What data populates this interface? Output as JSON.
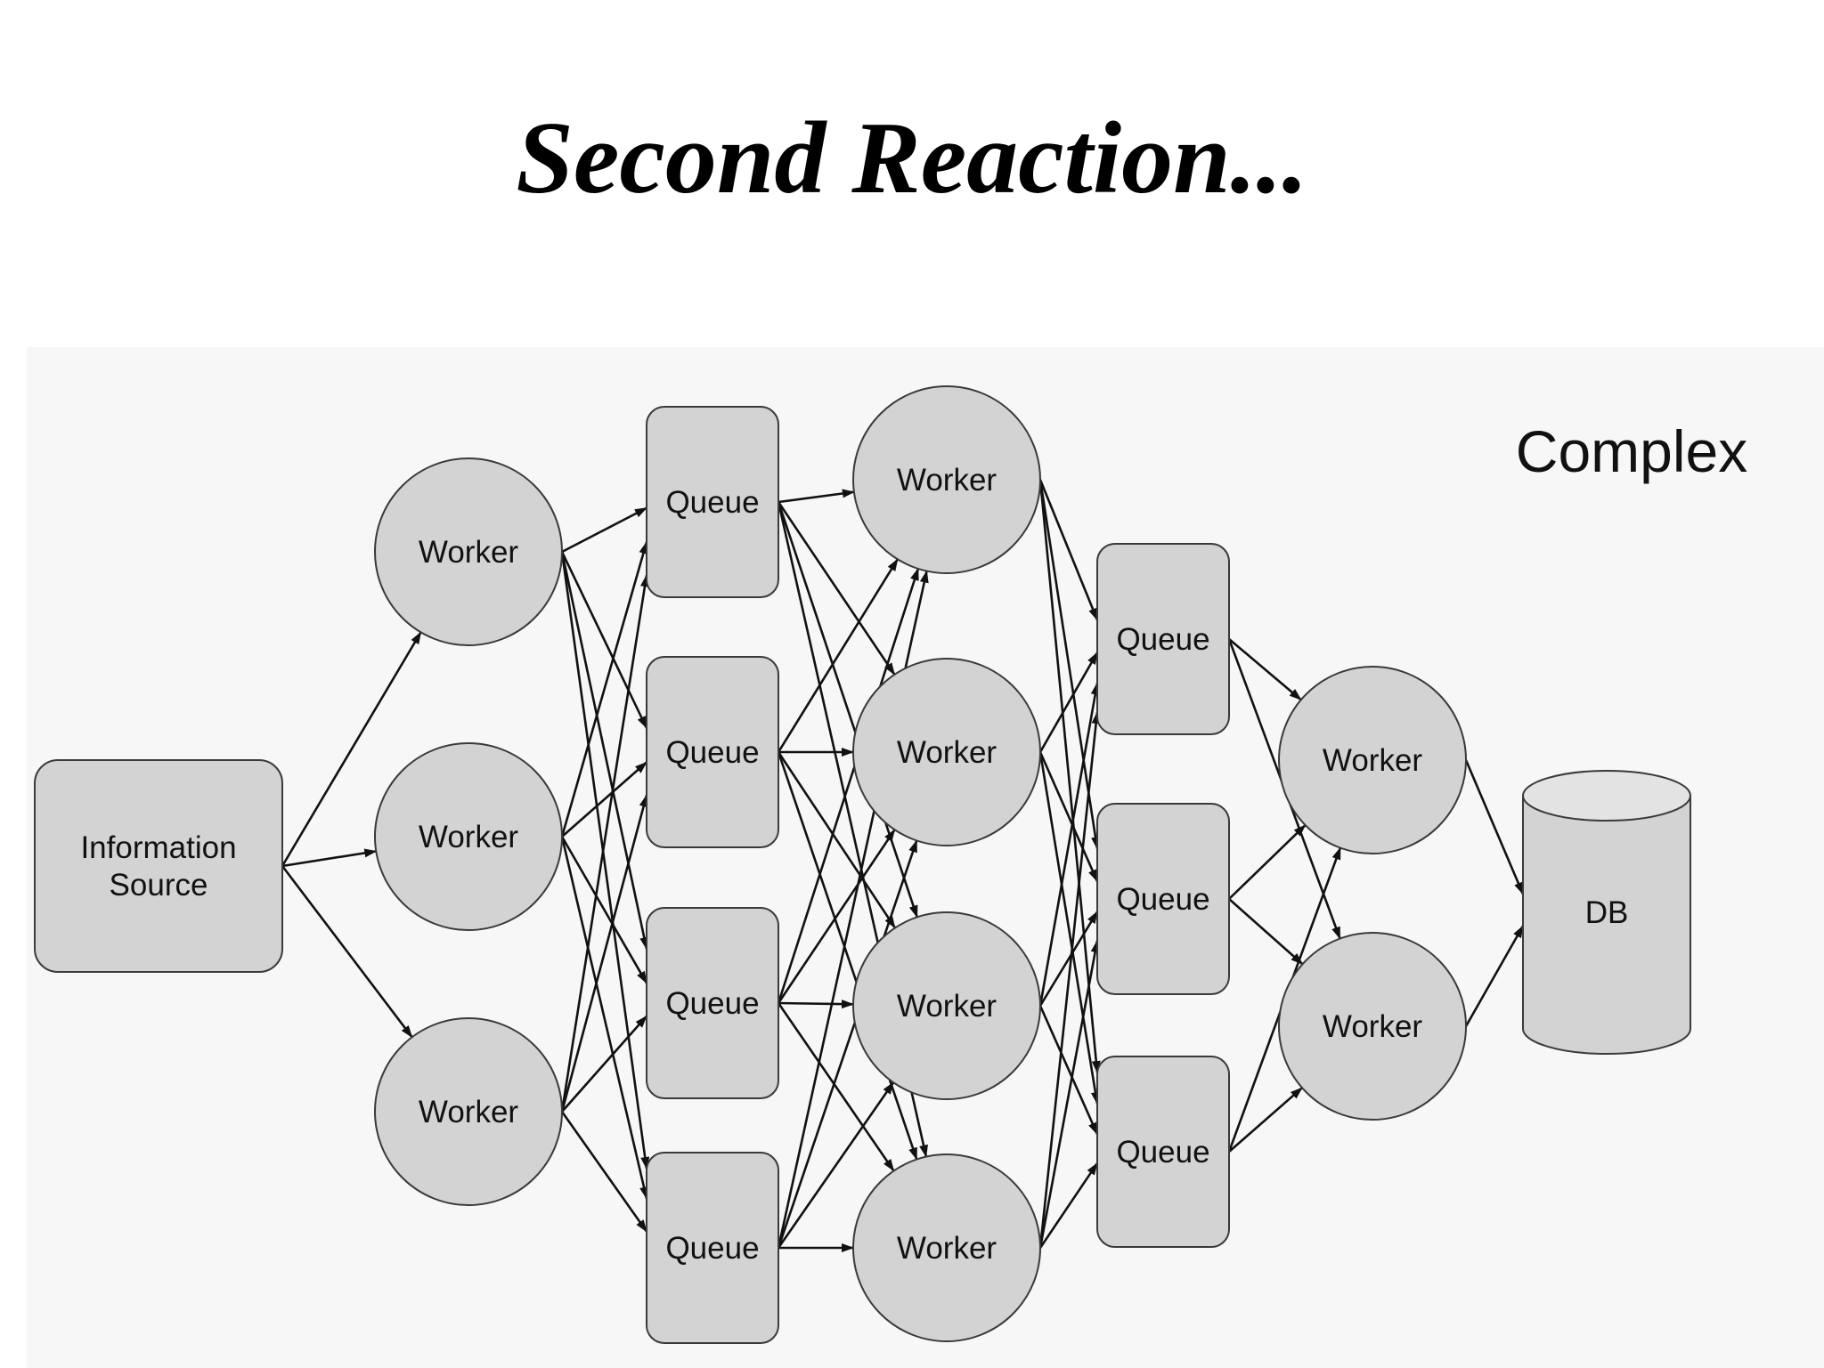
{
  "slide": {
    "title": "Second Reaction..."
  },
  "diagram": {
    "corner_label": "Complex",
    "colors": {
      "node_fill": "#d3d3d3",
      "node_stroke": "#3a3a3a",
      "edge": "#111111",
      "panel": "#f7f7f7"
    },
    "nodes": [
      {
        "id": "src",
        "type": "rounded-rect",
        "label": [
          "Information",
          "Source"
        ]
      },
      {
        "id": "w1a",
        "type": "circle",
        "label": [
          "Worker"
        ]
      },
      {
        "id": "w1b",
        "type": "circle",
        "label": [
          "Worker"
        ]
      },
      {
        "id": "w1c",
        "type": "circle",
        "label": [
          "Worker"
        ]
      },
      {
        "id": "q1a",
        "type": "rounded-rect",
        "label": [
          "Queue"
        ]
      },
      {
        "id": "q1b",
        "type": "rounded-rect",
        "label": [
          "Queue"
        ]
      },
      {
        "id": "q1c",
        "type": "rounded-rect",
        "label": [
          "Queue"
        ]
      },
      {
        "id": "q1d",
        "type": "rounded-rect",
        "label": [
          "Queue"
        ]
      },
      {
        "id": "w2a",
        "type": "circle",
        "label": [
          "Worker"
        ]
      },
      {
        "id": "w2b",
        "type": "circle",
        "label": [
          "Worker"
        ]
      },
      {
        "id": "w2c",
        "type": "circle",
        "label": [
          "Worker"
        ]
      },
      {
        "id": "w2d",
        "type": "circle",
        "label": [
          "Worker"
        ]
      },
      {
        "id": "q2a",
        "type": "rounded-rect",
        "label": [
          "Queue"
        ]
      },
      {
        "id": "q2b",
        "type": "rounded-rect",
        "label": [
          "Queue"
        ]
      },
      {
        "id": "q2c",
        "type": "rounded-rect",
        "label": [
          "Queue"
        ]
      },
      {
        "id": "w3a",
        "type": "circle",
        "label": [
          "Worker"
        ]
      },
      {
        "id": "w3b",
        "type": "circle",
        "label": [
          "Worker"
        ]
      },
      {
        "id": "db",
        "type": "cylinder",
        "label": [
          "DB"
        ]
      }
    ],
    "edge_groups": [
      {
        "from": [
          "src"
        ],
        "to": [
          "w1a",
          "w1b",
          "w1c"
        ]
      },
      {
        "from": [
          "w1a",
          "w1b",
          "w1c"
        ],
        "to": [
          "q1a",
          "q1b",
          "q1c",
          "q1d"
        ]
      },
      {
        "from": [
          "q1a",
          "q1b",
          "q1c",
          "q1d"
        ],
        "to": [
          "w2a",
          "w2b",
          "w2c",
          "w2d"
        ]
      },
      {
        "from": [
          "w2a",
          "w2b",
          "w2c",
          "w2d"
        ],
        "to": [
          "q2a",
          "q2b",
          "q2c"
        ]
      },
      {
        "from": [
          "q2a",
          "q2b",
          "q2c"
        ],
        "to": [
          "w3a",
          "w3b"
        ]
      },
      {
        "from": [
          "w3a",
          "w3b"
        ],
        "to": [
          "db"
        ]
      }
    ]
  }
}
